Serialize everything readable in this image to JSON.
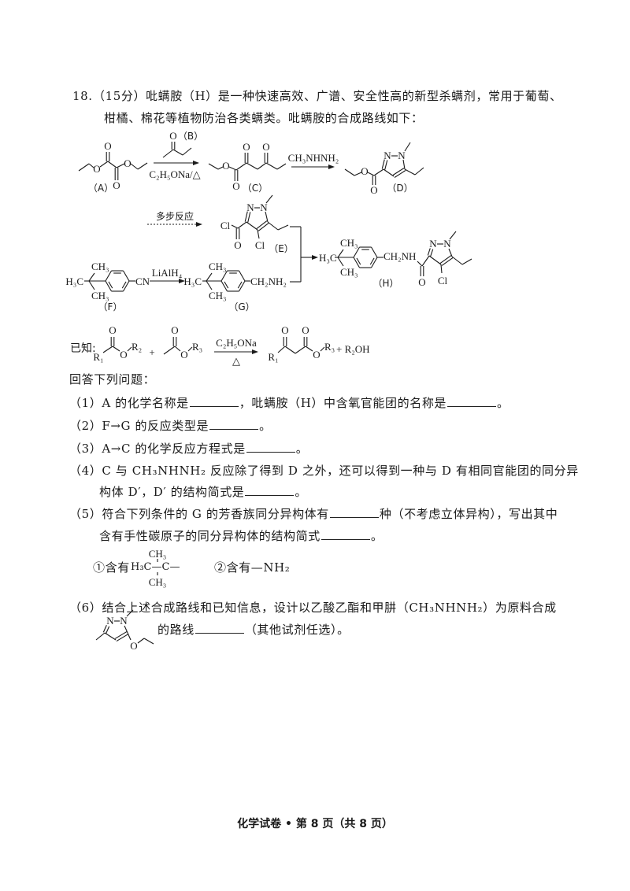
{
  "question": {
    "number": "18.",
    "intro_line1": "（15分）吡螨胺（H）是一种快速高效、广谱、安全性高的新型杀螨剂，常用于葡萄、",
    "intro_line2": "柑橘、棉花等植物防治各类螨类。吡螨胺的合成路线如下："
  },
  "scheme": {
    "atom_O": "O",
    "atom_N": "N",
    "atom_Cl": "Cl",
    "label_A": "（A）",
    "label_B": "（B）",
    "label_C": "（C）",
    "label_D": "（D）",
    "label_E": "（E）",
    "label_F": "（F）",
    "label_G": "（G）",
    "label_H": "（H）",
    "reagent_ab": "C₂H₅ONa/△",
    "reagent_cd": "CH₃NHNH₂",
    "multistep": "多步反应",
    "reagent_fg": "LiAlH₄",
    "h3c": "H₃C",
    "ch3": "CH₃",
    "cn": "CN",
    "ch2nh2": "CH₂NH₂",
    "ch2nh": "CH₂NH"
  },
  "known": {
    "prefix": "已知:",
    "r1": "R₁",
    "r2": "R₂",
    "r3": "R₃",
    "plus": "+",
    "reagent": "C₂H₅ONa",
    "heat": "△",
    "byproduct": "+  R₂OH"
  },
  "answers_header": "回答下列问题：",
  "questions": {
    "q1": [
      "（1）A 的化学名称是",
      "，吡螨胺（H）中含氧官能团的名称是",
      "。"
    ],
    "q2": [
      "（2）F→G 的反应类型是",
      "。"
    ],
    "q3": [
      "（3）A→C 的化学反应方程式是",
      "。"
    ],
    "q4": [
      "（4）C 与 CH₃NHNH₂ 反应除了得到 D 之外，还可以得到一种与 D 有相同官能团的同分异",
      "构体 D′，D′ 的结构简式是",
      "。"
    ],
    "q5": [
      "（5）符合下列条件的 G 的芳香族同分异构体有",
      "种（不考虑立体异构），写出其中",
      "含有手性碳原子的同分异构体的结构简式",
      "。"
    ],
    "q5_cond1": "①含有",
    "q5_cond1_formula": "H₃C—C—",
    "q5_cond2": "②含有—NH₂",
    "q6": [
      "（6）结合上述合成路线和已知信息，设计以乙酸乙酯和甲肼（CH₃NHNH₂）为原料合成",
      "的路线",
      "（其他试剂任选）。"
    ]
  },
  "footer": "化学试卷 • 第 8 页（共 8 页）"
}
